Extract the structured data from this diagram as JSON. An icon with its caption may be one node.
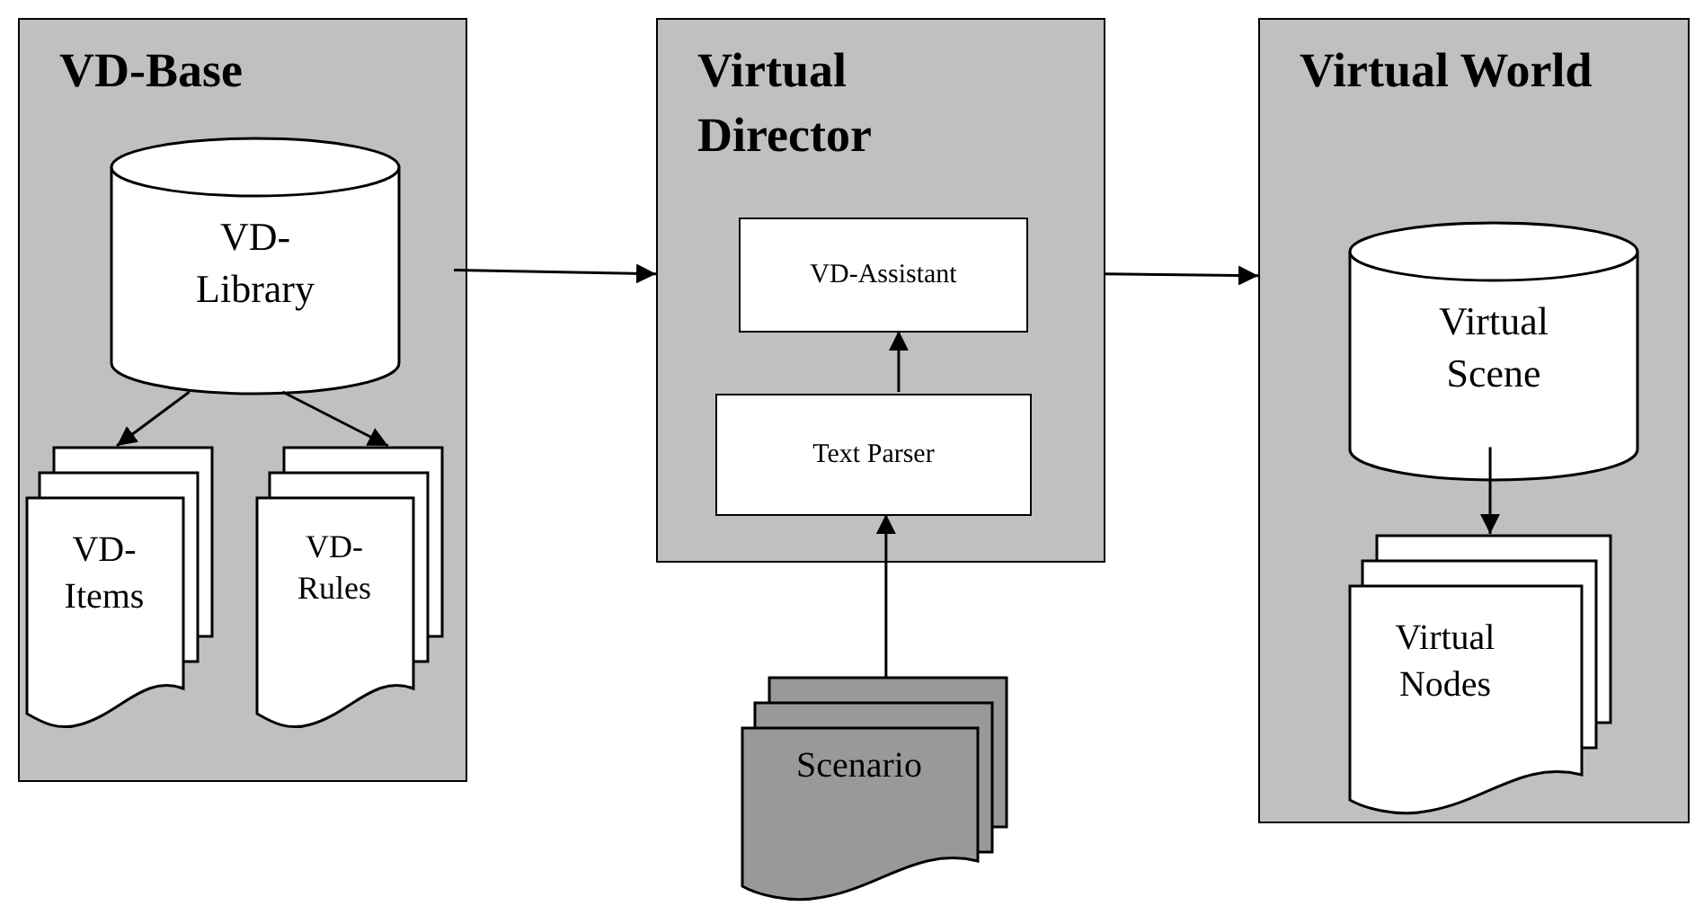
{
  "diagram": {
    "nodes": [
      {
        "text": [
          "VD-Base"
        ]
      },
      {
        "text": [
          "VD- Library"
        ],
        "in": 0
      },
      {
        "text": [
          "VD- Items"
        ],
        "in": 0
      },
      {
        "text": [
          "VD- Rules"
        ],
        "in": 0
      },
      {
        "text": [
          "Virtual Director"
        ]
      },
      {
        "text": [
          "VD-Assistant"
        ],
        "in": 4
      },
      {
        "text": [
          "Text Parser"
        ],
        "in": 4
      },
      {
        "text": [
          "Scenario"
        ]
      },
      {
        "text": [
          "Virtual World"
        ]
      },
      {
        "text": [
          "Virtual Scene"
        ],
        "in": 8
      },
      {
        "text": [
          "Virtual Nodes"
        ],
        "in": 8
      }
    ],
    "edges": [
      {
        "from": 0,
        "to": 4,
        "arrow": "to"
      },
      {
        "from": 4,
        "to": 8,
        "arrow": "to"
      },
      {
        "from": 1,
        "to": 2,
        "arrow": "to"
      },
      {
        "from": 1,
        "to": 3,
        "arrow": "to"
      },
      {
        "from": 6,
        "to": 5,
        "arrow": "to"
      },
      {
        "from": 7,
        "to": 6,
        "arrow": "to"
      },
      {
        "from": 9,
        "to": 10,
        "arrow": "to"
      }
    ]
  }
}
